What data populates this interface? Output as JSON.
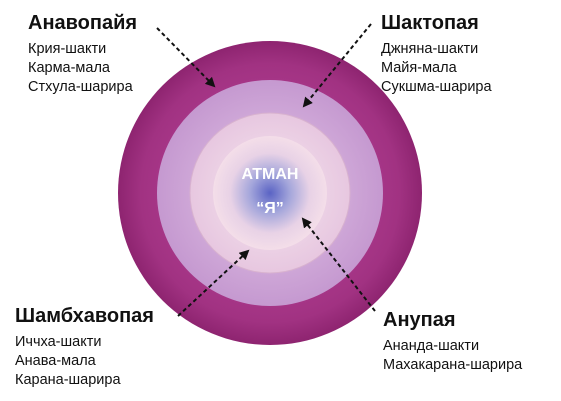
{
  "center": {
    "line1": "АТМАН",
    "line2": "“Я”"
  },
  "blocks": {
    "top_left": {
      "title": "Анавопайя",
      "items": [
        "Крия-шакти",
        "Карма-мала",
        "Стхула-шарира"
      ]
    },
    "top_right": {
      "title": "Шактопая",
      "items": [
        "Джняна-шакти",
        "Майя-мала",
        "Сукшма-шарира"
      ]
    },
    "bottom_left": {
      "title": "Шамбхавопая",
      "items": [
        "Иччха-шакти",
        "Анава-мала",
        "Карана-шарира"
      ]
    },
    "bottom_right": {
      "title": "Анупая",
      "items": [
        "Ананда-шакти",
        "Махакарана-шарира"
      ]
    }
  },
  "colors": {
    "outer_ring": "#a0307f",
    "ring_2": "#c79ad0",
    "ring_3": "#e9c9e2",
    "ring_4": "#f3dce8",
    "core": "#6f74c7",
    "arrows": "#111111"
  }
}
